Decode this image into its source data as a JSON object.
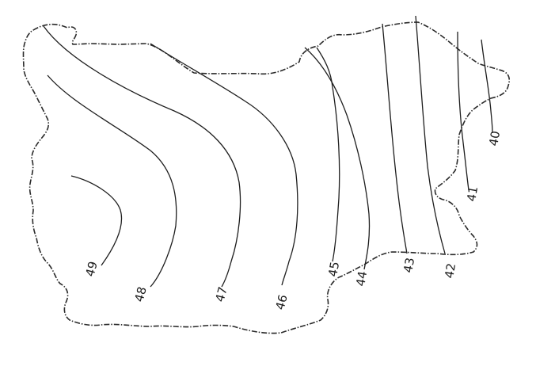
{
  "map": {
    "isoline_labels": [
      "49",
      "48",
      "47",
      "46",
      "45",
      "44",
      "43",
      "42",
      "41",
      "40"
    ],
    "colors": {
      "ink": "#1e1e1e",
      "background": "#ffffff"
    }
  }
}
